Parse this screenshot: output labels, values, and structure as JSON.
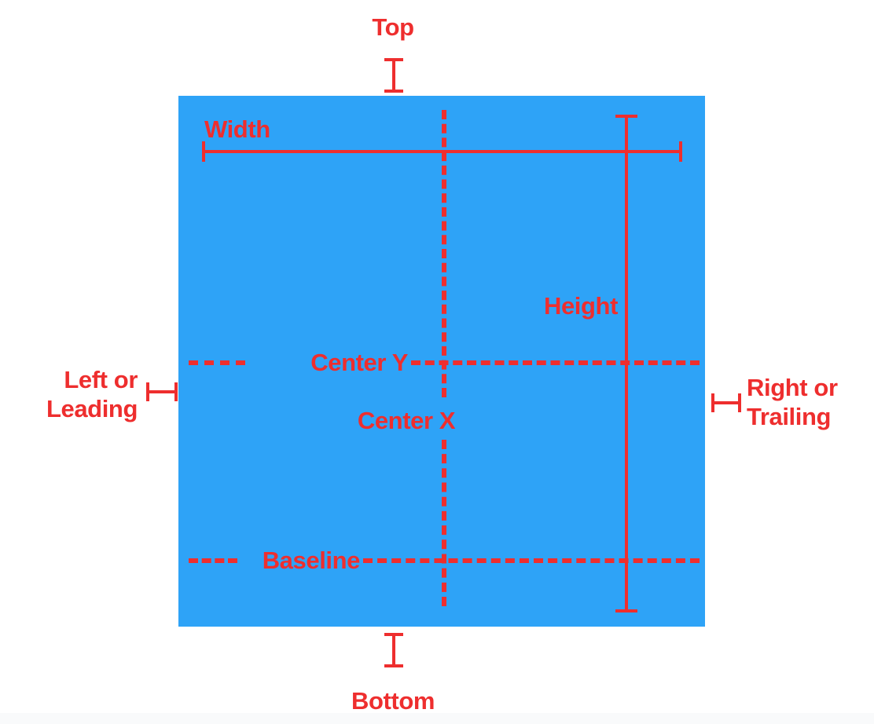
{
  "diagram": {
    "title": "iOS Auto Layout anchor reference diagram",
    "colors": {
      "view_fill": "#2ea3f7",
      "annotation": "#ee2e2e",
      "background": "#ffffff"
    },
    "labels": {
      "top": "Top",
      "bottom": "Bottom",
      "width": "Width",
      "height": "Height",
      "center_y": "Center Y",
      "center_x": "Center X",
      "baseline": "Baseline",
      "left_or_leading": "Left or\nLeading",
      "right_or_trailing": "Right or\nTrailing"
    },
    "markers": {
      "top_icon": "vertical-ibeam",
      "bottom_icon": "vertical-ibeam",
      "left_icon": "horizontal-ibeam",
      "right_icon": "horizontal-ibeam",
      "width_icon": "horizontal-dimension-line",
      "height_icon": "vertical-dimension-line",
      "center_x_icon": "vertical-dashed-guide",
      "center_y_icon": "horizontal-dashed-guide",
      "baseline_icon": "horizontal-dashed-guide"
    }
  }
}
